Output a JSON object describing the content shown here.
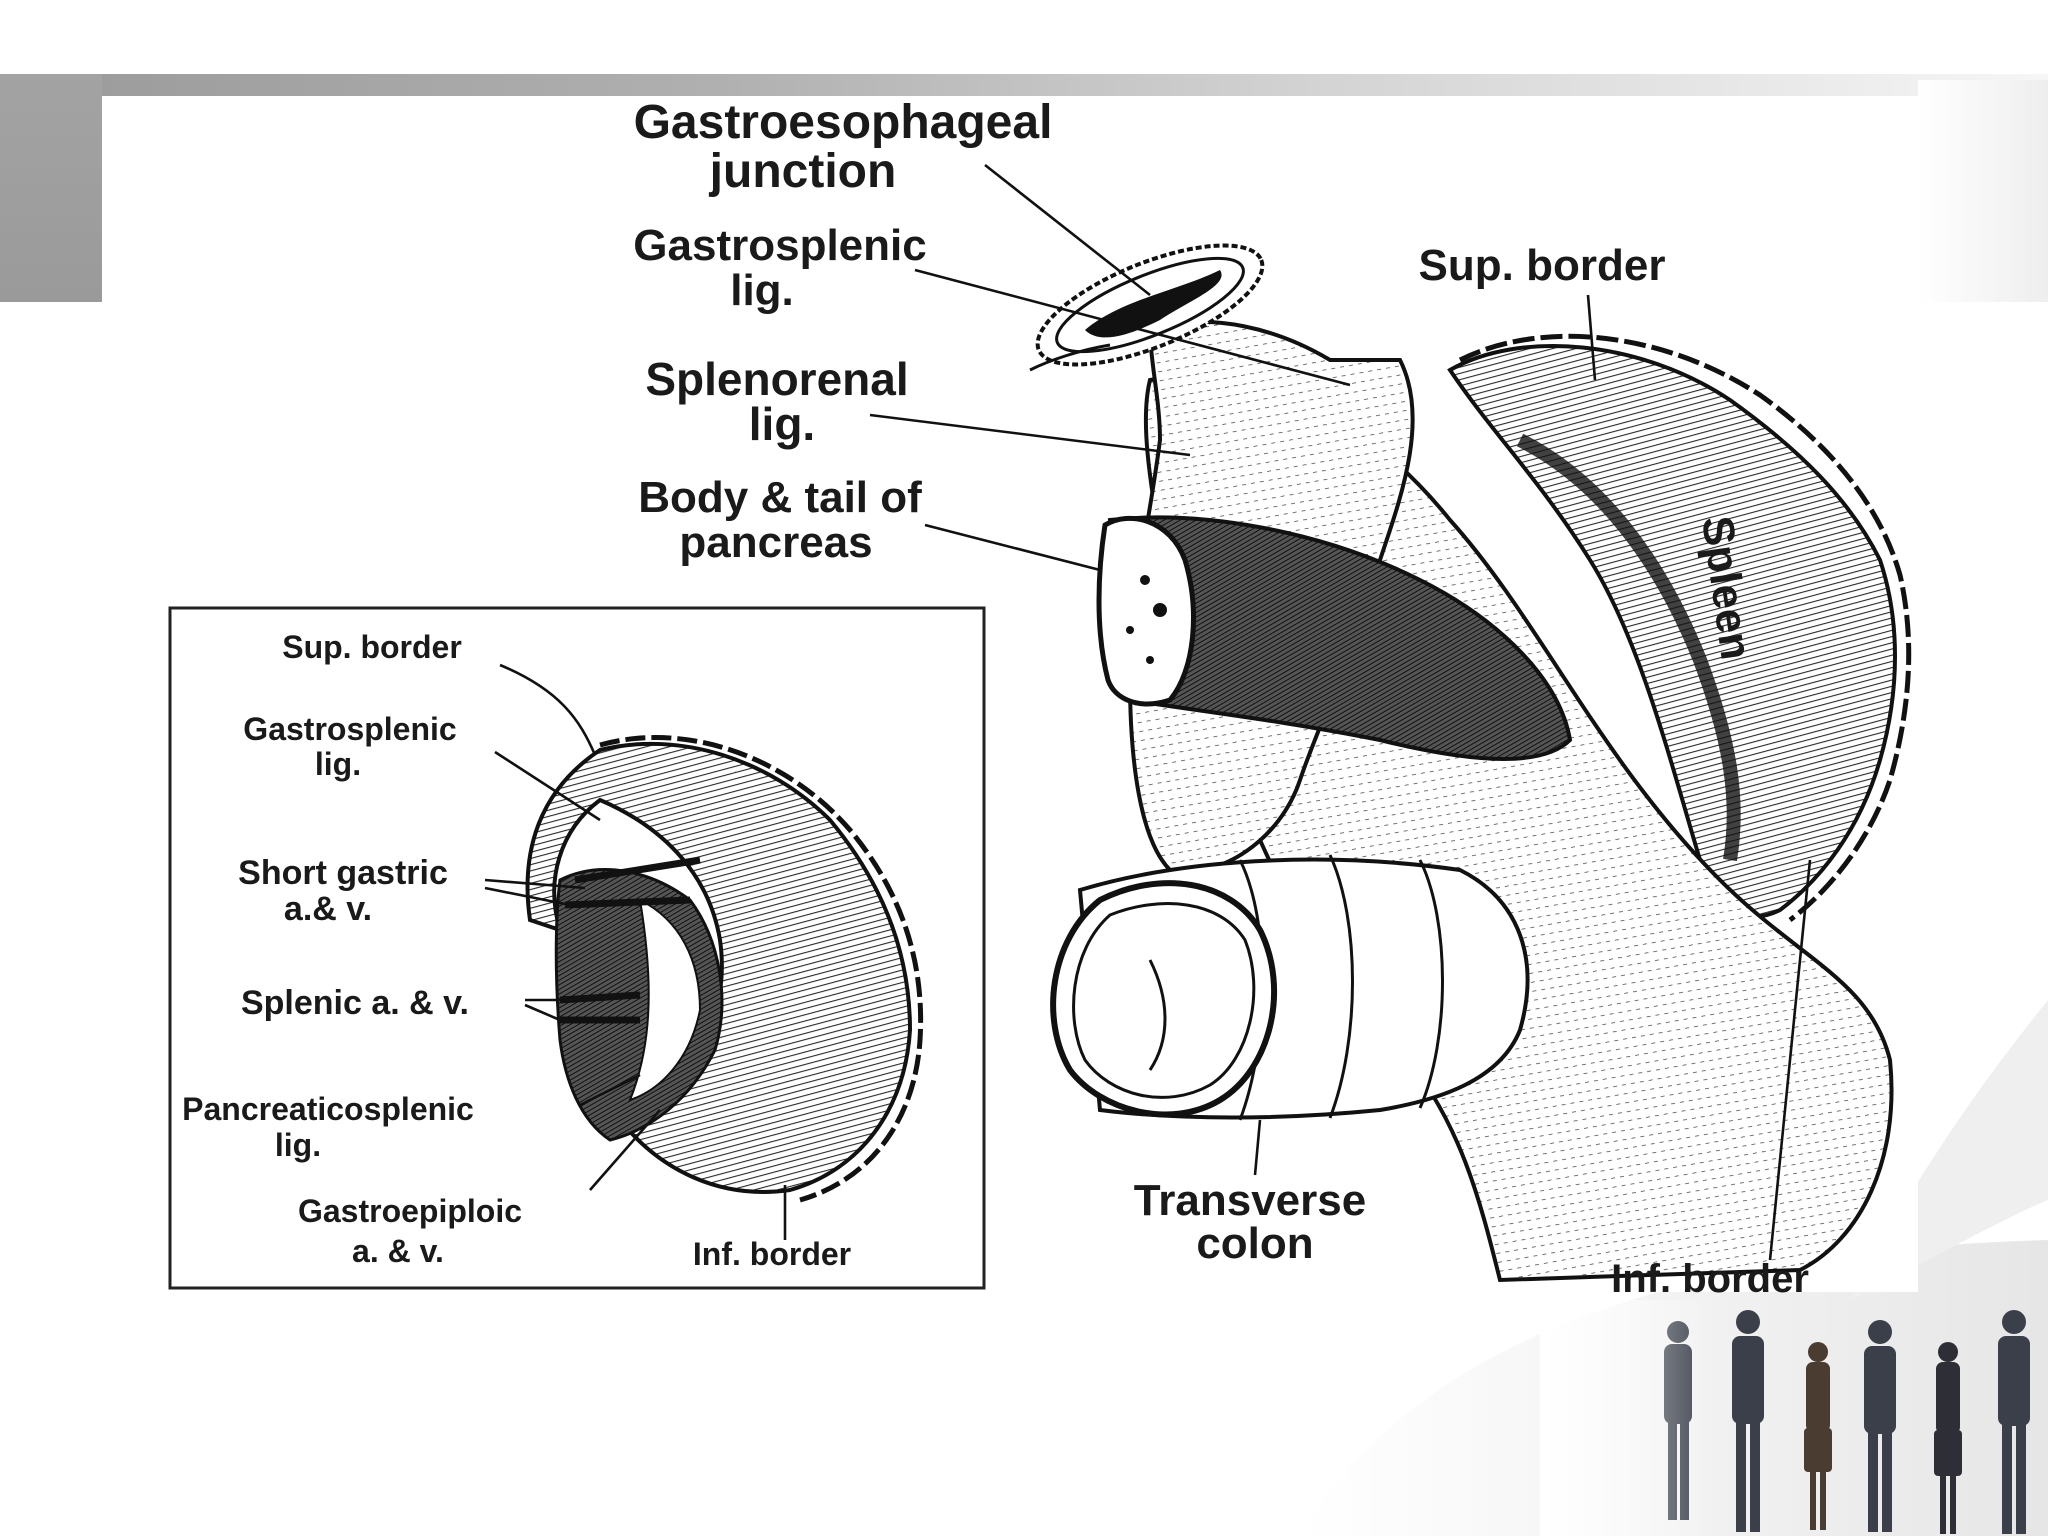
{
  "main_labels": {
    "ge_line1": "Gastroesophageal",
    "ge_line2": "junction",
    "gs_line1": "Gastrosplenic",
    "gs_line2": "lig.",
    "sr_line1": "Splenorenal",
    "sr_line2": "lig.",
    "bt_line1": "Body & tail of",
    "bt_line2": "pancreas",
    "sup_border": "Sup. border",
    "spleen": "Spleen",
    "tc_line1": "Transverse",
    "tc_line2": "colon",
    "inf_border": "Inf. border"
  },
  "inset_labels": {
    "sup_border": "Sup. border",
    "gs_line1": "Gastrosplenic",
    "gs_line2": "lig.",
    "sg_line1": "Short gastric",
    "sg_line2": "a.& v.",
    "splenic": "Splenic a. & v.",
    "ps_line1": "Pancreaticosplenic",
    "ps_line2": "lig.",
    "ge_line1": "Gastroepiploic",
    "ge_line2": "a. & v.",
    "inf_border": "Inf. border"
  },
  "colors": {
    "ink": "#1a1a1a",
    "slide_gray": "#9a9a9a",
    "background": "#ffffff"
  }
}
